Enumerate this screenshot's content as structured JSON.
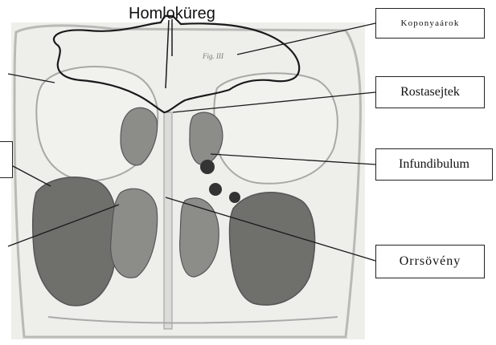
{
  "labels": {
    "homlokureg": "Homloküreg",
    "koponyaarok": "Koponyaárok",
    "rostasejtek": "Rostasejtek",
    "infundibulum": "Infundibulum",
    "orrsoveny": "Orrsövény",
    "fig_mark": "Fig. III"
  },
  "colors": {
    "paper": "#eeeeea",
    "bone": "#dcdcd8",
    "cavity_dark": "#6f6f6c",
    "cavity_mid": "#8c8c89",
    "line": "#1a1a1a"
  }
}
